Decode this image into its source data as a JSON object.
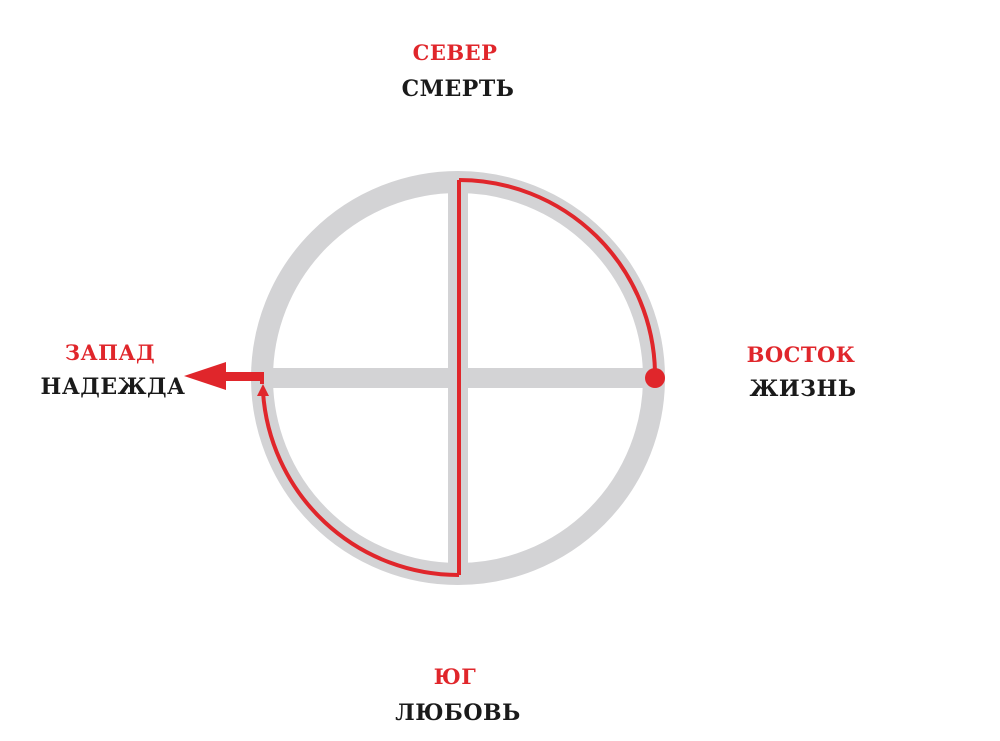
{
  "colors": {
    "wheel": "#d3d3d5",
    "path": "#e0262b",
    "direction_text": "#e0262b",
    "meaning_text": "#1a1a1a"
  },
  "directions": {
    "north": {
      "name": "СЕВЕР",
      "meaning": "СМЕРТЬ"
    },
    "east": {
      "name": "ВОСТОК",
      "meaning": "ЖИЗНЬ"
    },
    "south": {
      "name": "ЮГ",
      "meaning": "ЛЮБОВЬ"
    },
    "west": {
      "name": "ЗАПАД",
      "meaning": "НАДЕЖДА"
    }
  }
}
